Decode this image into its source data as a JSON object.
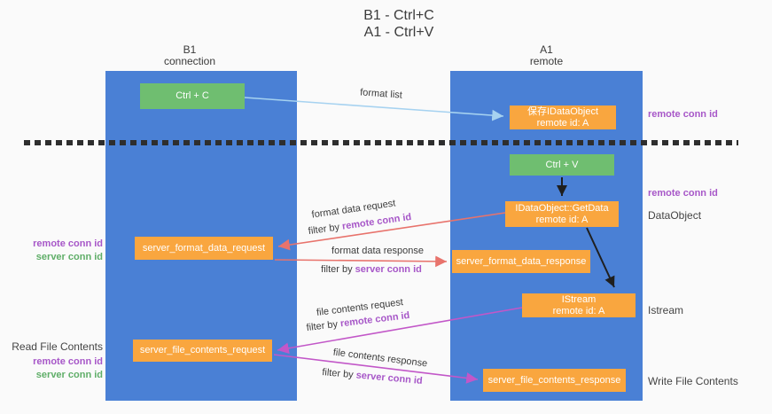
{
  "title": {
    "line1": "B1 - Ctrl+C",
    "line2": "A1 - Ctrl+V"
  },
  "lane_b1": {
    "name": "B1",
    "subtitle": "connection"
  },
  "lane_a1": {
    "name": "A1",
    "subtitle": "remote"
  },
  "nodes": {
    "ctrl_c": "Ctrl + C",
    "ctrl_v": "Ctrl + V",
    "save_line1": "保存IDataObject",
    "save_line2": "remote id: A",
    "getdata_line1": "IDataObject::GetData",
    "getdata_line2": "remote id: A",
    "istream_line1": "IStream",
    "istream_line2": "remote id: A",
    "format_request": "server_format_data_request",
    "format_response": "server_format_data_response",
    "file_request": "server_file_contents_request",
    "file_response": "server_file_contents_response"
  },
  "arrow_labels": {
    "format_list": "format list",
    "format_data_request": "format data request",
    "format_data_response": "format data response",
    "file_contents_request": "file contents request",
    "file_contents_response": "file contents response",
    "filter_by": "filter by ",
    "remote_conn_id": "remote conn id",
    "server_conn_id": "server conn id"
  },
  "side_labels": {
    "left_remote_conn_1": "remote conn id",
    "left_server_conn_1": "server conn id",
    "read_file_contents": "Read File Contents",
    "left_remote_conn_2": "remote conn id",
    "left_server_conn_2": "server conn id",
    "right_remote_conn_top": "remote conn id",
    "right_remote_conn_mid": "remote conn id",
    "dataobject": "DataObject",
    "istream": "Istream",
    "write_file_contents": "Write File Contents"
  },
  "colors": {
    "lane_blue": "#4a80d5",
    "node_orange": "#f9a63f",
    "node_green": "#6fbe70",
    "arrow_blue": "#a6d2f0",
    "arrow_red": "#e8736c",
    "arrow_magenta": "#c257c8",
    "arrow_black": "#1f1f1f",
    "label_purple": "#a757c8",
    "label_green": "#5fae68"
  }
}
